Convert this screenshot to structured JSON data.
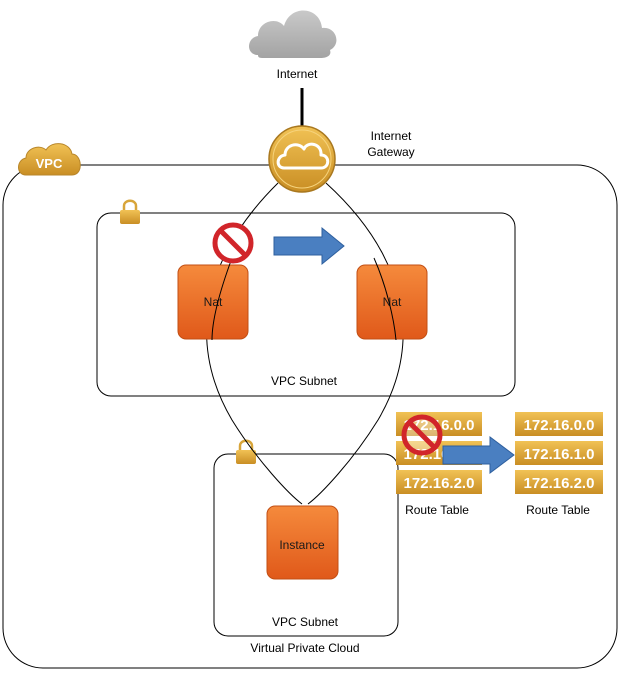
{
  "internet": {
    "label": "Internet",
    "icon": "cloud-icon"
  },
  "gateway": {
    "label_line1": "Internet",
    "label_line2": "Gateway",
    "icon": "cloud-icon"
  },
  "vpc": {
    "badge": "VPC",
    "label": "Virtual Private Cloud"
  },
  "public_subnet": {
    "label": "VPC Subnet",
    "icon": "lock-icon"
  },
  "private_subnet": {
    "label": "VPC Subnet",
    "icon": "lock-icon"
  },
  "nat_left": {
    "label": "Nat"
  },
  "nat_right": {
    "label": "Nat"
  },
  "instance": {
    "label": "Instance"
  },
  "route_table_old": {
    "label": "Route Table",
    "rows": [
      "172.16.0.0",
      "172.16.1.0",
      "172.16.2.0"
    ]
  },
  "route_table_new": {
    "label": "Route Table",
    "rows": [
      "172.16.0.0",
      "172.16.1.0",
      "172.16.2.0"
    ]
  },
  "colors": {
    "orange": "#f26b21",
    "gold": "#d9a63a",
    "blue": "#4a7fc1",
    "deny_red": "#d1252a",
    "cloud_gray": "#b3b3b3"
  },
  "icons": [
    "cloud-icon",
    "lock-icon",
    "no-entry-icon",
    "right-arrow-icon"
  ]
}
